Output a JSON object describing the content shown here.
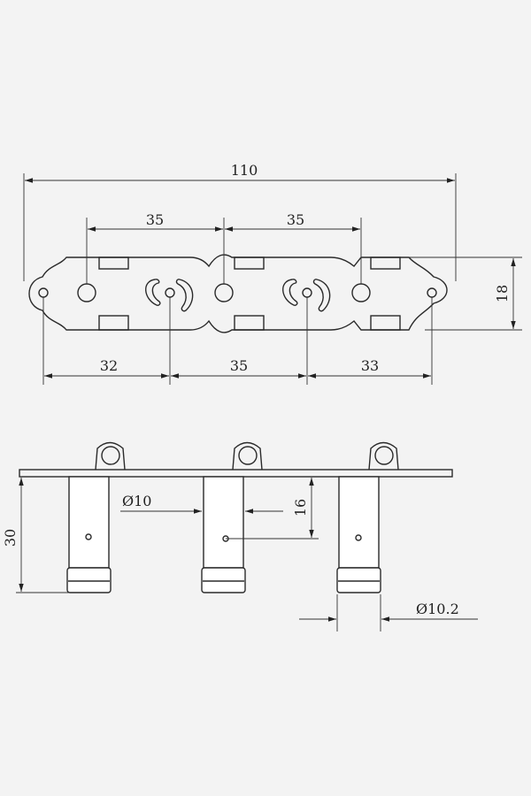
{
  "colors": {
    "background": "#f3f3f3",
    "line": "#2a2a2a"
  },
  "top_view": {
    "overall_width": "110",
    "spacing_top_left": "35",
    "spacing_top_right": "35",
    "spacing_bottom_left": "32",
    "spacing_bottom_middle": "35",
    "spacing_bottom_right": "33",
    "height": "18"
  },
  "side_view": {
    "shaft_diameter": "Ø10",
    "shaft_height": "16",
    "total_height": "30",
    "bushing_diameter": "Ø10.2"
  }
}
